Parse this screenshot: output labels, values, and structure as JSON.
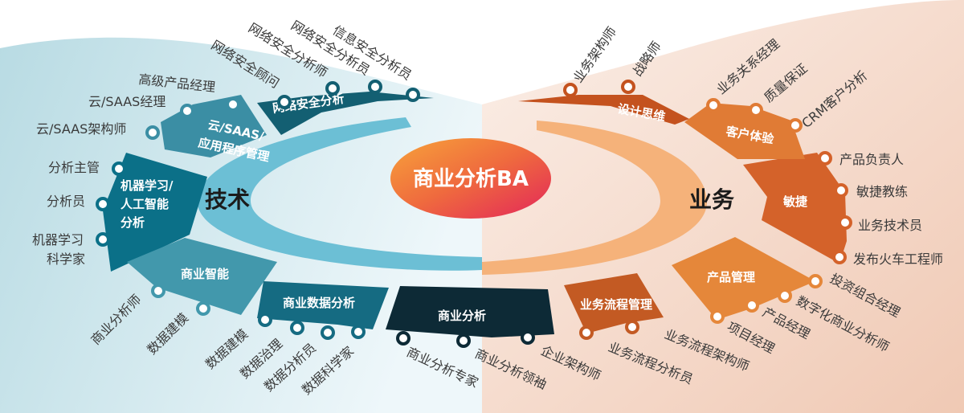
{
  "title": "商业分析BA",
  "left_domain": "技术",
  "right_domain": "业务",
  "colors": {
    "tech_light": "#6cbfd5",
    "tech_dark": "#0b6f86",
    "navy": "#0d2a36",
    "biz_light": "#f5b27a",
    "biz_orange": "#e5873a",
    "biz_dark": "#c9561f"
  },
  "segments": [
    {
      "name": "网络安全分析",
      "color": "#135f72",
      "roles": [
        "网络安全顾问",
        "网络安全分析师",
        "网络安全分析员",
        "信息安全分析员"
      ]
    },
    {
      "name": "云/SAAS/应用程序管理",
      "lines": [
        "云/SAAS/",
        "应用程序管理"
      ],
      "color": "#3b8ea4",
      "roles": [
        "云/SAAS架构师",
        "云/SAAS经理",
        "高级产品经理"
      ]
    },
    {
      "name": "机器学习/人工智能分析",
      "lines": [
        "机器学习/",
        "人工智能",
        "分析"
      ],
      "color": "#0b7088",
      "roles": [
        "分析主管",
        "分析员",
        "机器学习",
        "科学家"
      ]
    },
    {
      "name": "商业智能",
      "color": "#4298ac",
      "roles": [
        "商业分析师",
        "数据建模"
      ]
    },
    {
      "name": "商业数据分析",
      "color": "#156b82",
      "roles": [
        "数据建模",
        "数据治理",
        "数据分析员",
        "数据科学家"
      ]
    },
    {
      "name": "商业分析",
      "color": "#0d2a36",
      "roles": [
        "商业分析专家",
        "商业分析领袖",
        "企业架构师"
      ]
    },
    {
      "name": "业务流程管理",
      "color": "#c35a23",
      "roles": [
        "业务流程分析员",
        "业务流程架构师"
      ]
    },
    {
      "name": "产品管理",
      "color": "#e5873a",
      "roles": [
        "项目经理",
        "产品经理",
        "数字化商业分析师",
        "投资组合经理"
      ]
    },
    {
      "name": "敏捷",
      "color": "#d4622a",
      "roles": [
        "产品负责人",
        "敏捷教练",
        "业务技术员",
        "发布火车工程师"
      ]
    },
    {
      "name": "客户体验",
      "color": "#e07b35",
      "roles": [
        "业务关系经理",
        "质量保证",
        "CRM客户分析"
      ]
    },
    {
      "name": "设计思维",
      "color": "#c4521e",
      "roles": [
        "业务架构师",
        "战略师"
      ]
    }
  ]
}
